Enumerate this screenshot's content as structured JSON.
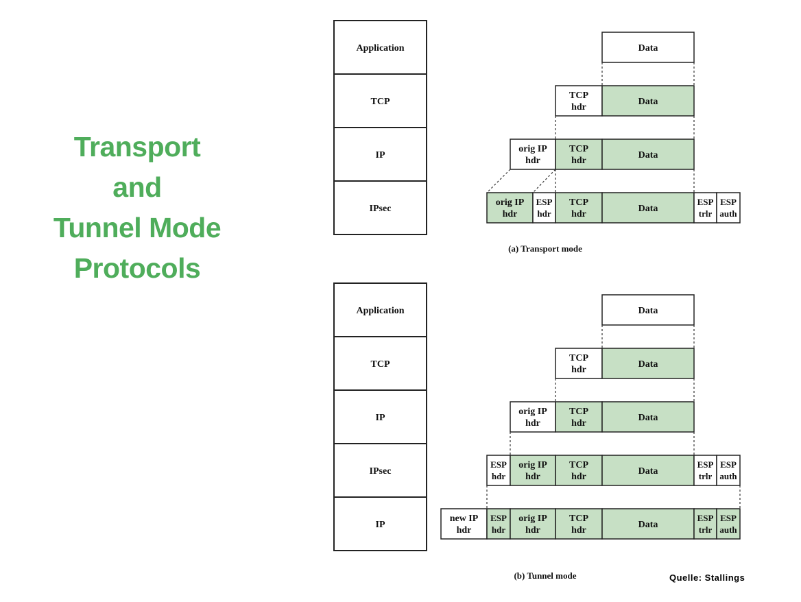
{
  "title": {
    "lines": [
      "Transport",
      "and",
      "Tunnel Mode",
      "Protocols"
    ],
    "color": "#4fad5b"
  },
  "colors": {
    "shaded": "#c7e0c5",
    "border": "#222222"
  },
  "source": "Quelle: Stallings",
  "diagrams": [
    {
      "caption": "(a) Transport mode",
      "layers": [
        "Application",
        "TCP",
        "IP",
        "IPsec"
      ],
      "rows": [
        [
          {
            "t": [
              "Data"
            ],
            "s": false
          }
        ],
        [
          {
            "t": [
              "TCP",
              "hdr"
            ],
            "s": false
          },
          {
            "t": [
              "Data"
            ],
            "s": true
          }
        ],
        [
          {
            "t": [
              "orig IP",
              "hdr"
            ],
            "s": false
          },
          {
            "t": [
              "TCP",
              "hdr"
            ],
            "s": true
          },
          {
            "t": [
              "Data"
            ],
            "s": true
          }
        ],
        [
          {
            "t": [
              "orig IP",
              "hdr"
            ],
            "s": true
          },
          {
            "t": [
              "ESP",
              "hdr"
            ],
            "s": false
          },
          {
            "t": [
              "TCP",
              "hdr"
            ],
            "s": true
          },
          {
            "t": [
              "Data"
            ],
            "s": true
          },
          {
            "t": [
              "ESP",
              "trlr"
            ],
            "s": false
          },
          {
            "t": [
              "ESP",
              "auth"
            ],
            "s": false
          }
        ]
      ]
    },
    {
      "caption": "(b) Tunnel mode",
      "layers": [
        "Application",
        "TCP",
        "IP",
        "IPsec",
        "IP"
      ],
      "rows": [
        [
          {
            "t": [
              "Data"
            ],
            "s": false
          }
        ],
        [
          {
            "t": [
              "TCP",
              "hdr"
            ],
            "s": false
          },
          {
            "t": [
              "Data"
            ],
            "s": true
          }
        ],
        [
          {
            "t": [
              "orig IP",
              "hdr"
            ],
            "s": false
          },
          {
            "t": [
              "TCP",
              "hdr"
            ],
            "s": true
          },
          {
            "t": [
              "Data"
            ],
            "s": true
          }
        ],
        [
          {
            "t": [
              "ESP",
              "hdr"
            ],
            "s": false
          },
          {
            "t": [
              "orig IP",
              "hdr"
            ],
            "s": true
          },
          {
            "t": [
              "TCP",
              "hdr"
            ],
            "s": true
          },
          {
            "t": [
              "Data"
            ],
            "s": true
          },
          {
            "t": [
              "ESP",
              "trlr"
            ],
            "s": false
          },
          {
            "t": [
              "ESP",
              "auth"
            ],
            "s": false
          }
        ],
        [
          {
            "t": [
              "new IP",
              "hdr"
            ],
            "s": false
          },
          {
            "t": [
              "ESP",
              "hdr"
            ],
            "s": true
          },
          {
            "t": [
              "orig IP",
              "hdr"
            ],
            "s": true
          },
          {
            "t": [
              "TCP",
              "hdr"
            ],
            "s": true
          },
          {
            "t": [
              "Data"
            ],
            "s": true
          },
          {
            "t": [
              "ESP",
              "trlr"
            ],
            "s": true
          },
          {
            "t": [
              "ESP",
              "auth"
            ],
            "s": true
          }
        ]
      ]
    }
  ]
}
